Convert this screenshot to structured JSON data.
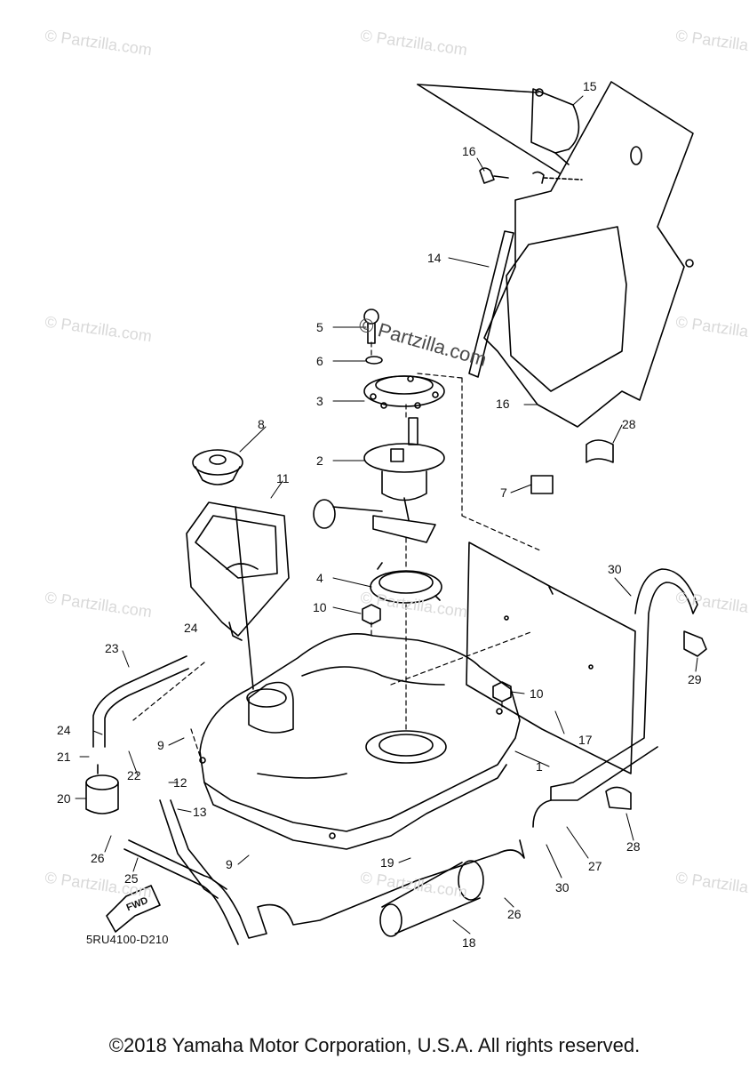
{
  "diagram": {
    "watermark": "© Partzilla.com",
    "brand_watermark": "© Partzilla.com",
    "diagram_code": "5RU4100-D210",
    "fwd_label": "FWD",
    "copyright": "©2018 Yamaha Motor Corporation, U.S.A. All rights reserved.",
    "callouts": [
      "1",
      "2",
      "3",
      "4",
      "5",
      "6",
      "7",
      "8",
      "9",
      "9",
      "10",
      "10",
      "11",
      "12",
      "13",
      "14",
      "15",
      "16",
      "16",
      "17",
      "18",
      "19",
      "20",
      "21",
      "22",
      "23",
      "24",
      "24",
      "25",
      "26",
      "26",
      "27",
      "28",
      "28",
      "29",
      "30",
      "30"
    ]
  }
}
